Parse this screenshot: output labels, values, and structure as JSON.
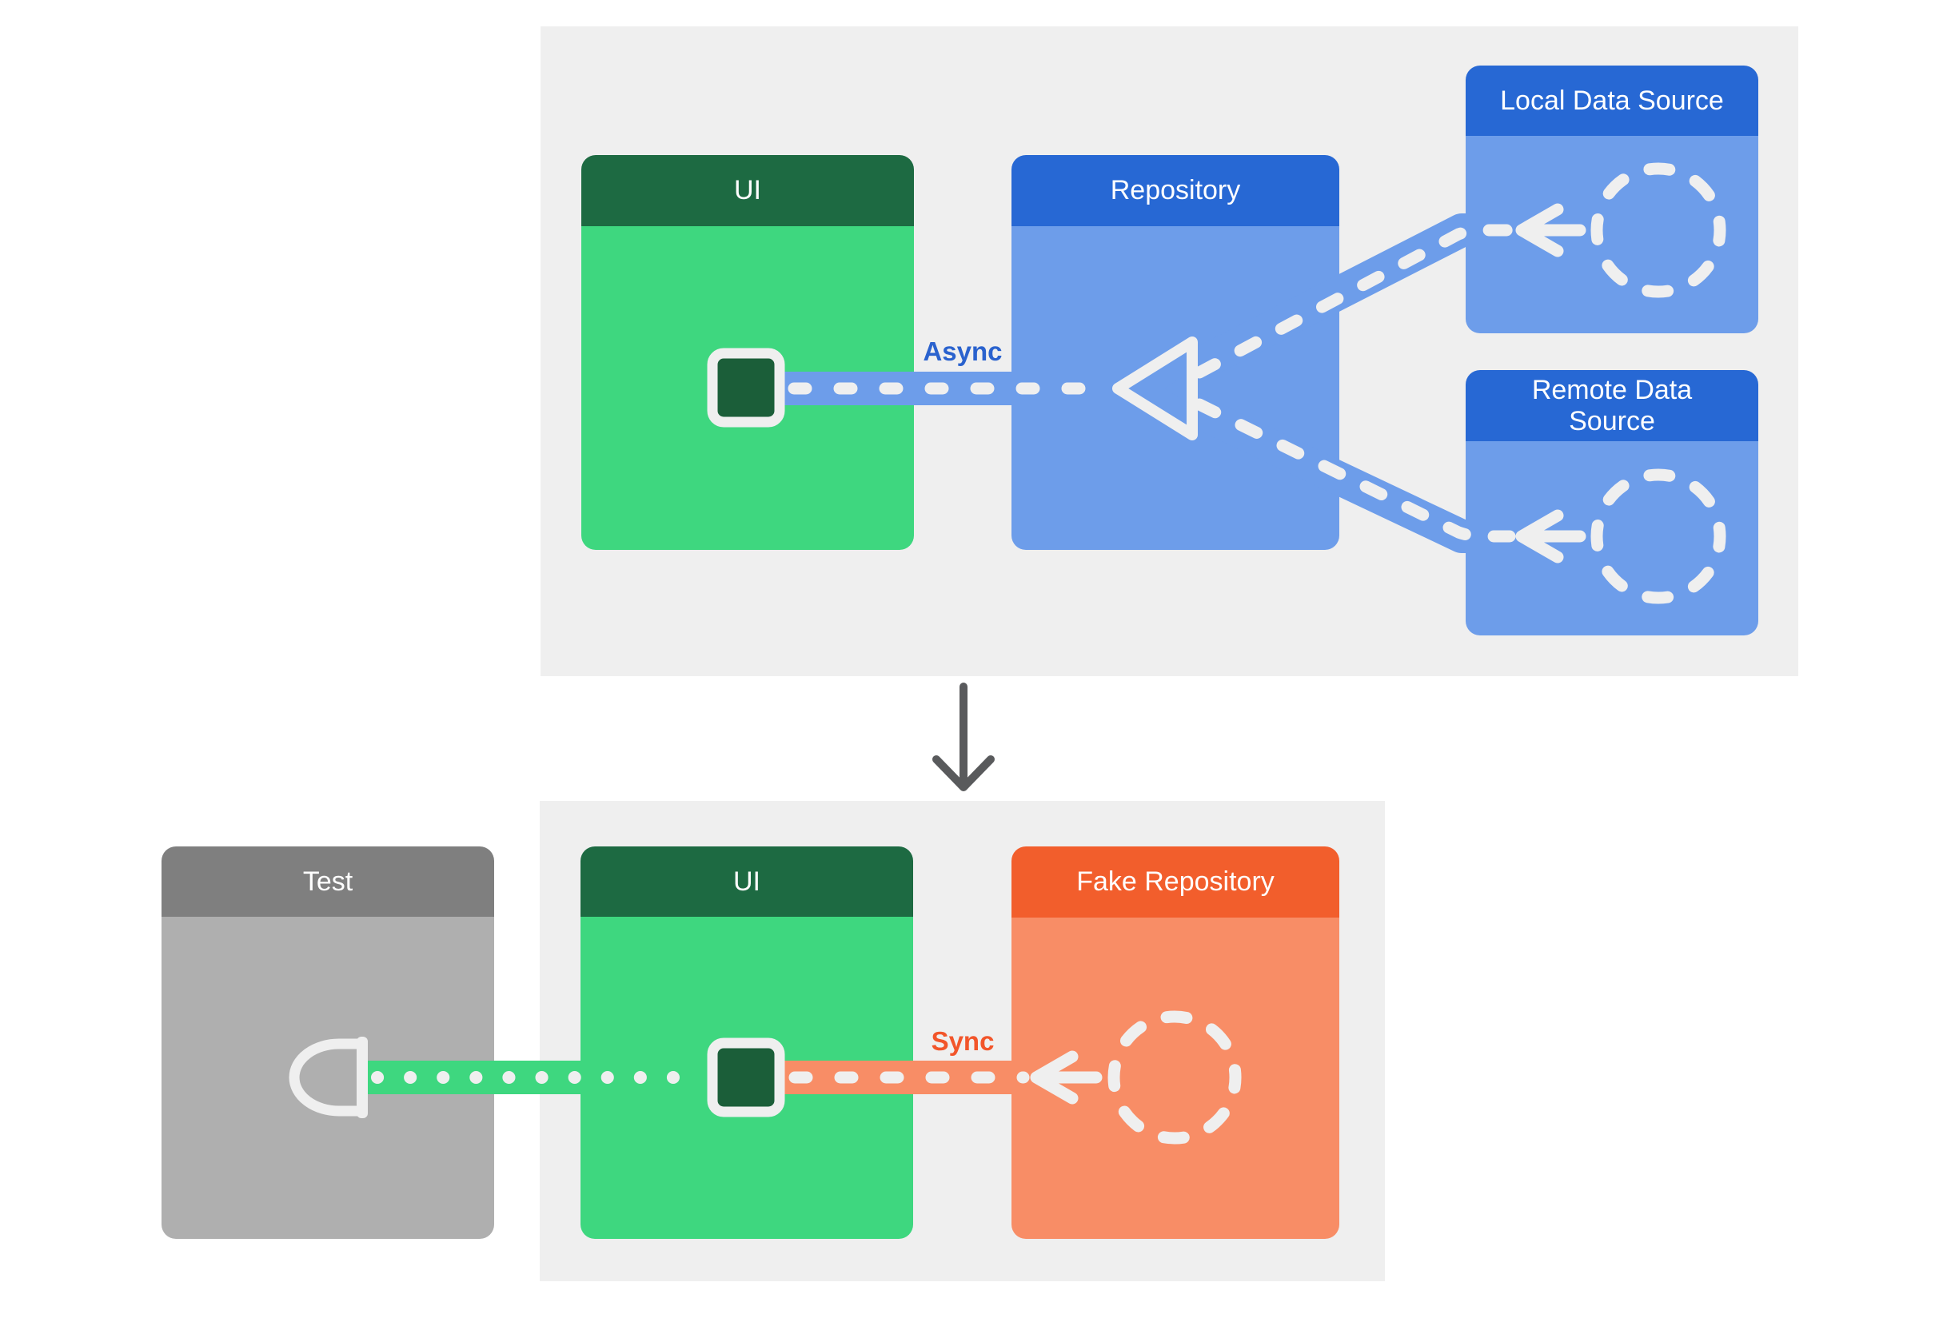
{
  "diagram": {
    "before_section": {
      "ui_box_label": "UI",
      "repository_box_label": "Repository",
      "local_data_source_label": "Local Data Source",
      "remote_data_source_label": "Remote Data Source",
      "connection_type_label": "Async"
    },
    "after_section": {
      "test_box_label": "Test",
      "ui_box_label": "UI",
      "fake_repository_box_label": "Fake Repository",
      "connection_type_label": "Sync"
    },
    "colors": {
      "ui_header_green": "#1D6A42",
      "ui_body_green": "#3ED77F",
      "repository_header_blue": "#2768D4",
      "repository_body_blue": "#6D9DEA",
      "fake_repository_header_orange": "#F25E2C",
      "fake_repository_body_orange": "#F88D66",
      "test_header_gray": "#7F7F7F",
      "test_body_gray": "#AFAFAF",
      "panel_background_gray": "#EFEFEF",
      "connector_detail_white": "#EFEFEF",
      "async_label_blue": "#2A62CE",
      "sync_label_orange": "#F2552A",
      "transition_arrow_gray": "#595A5C"
    }
  }
}
